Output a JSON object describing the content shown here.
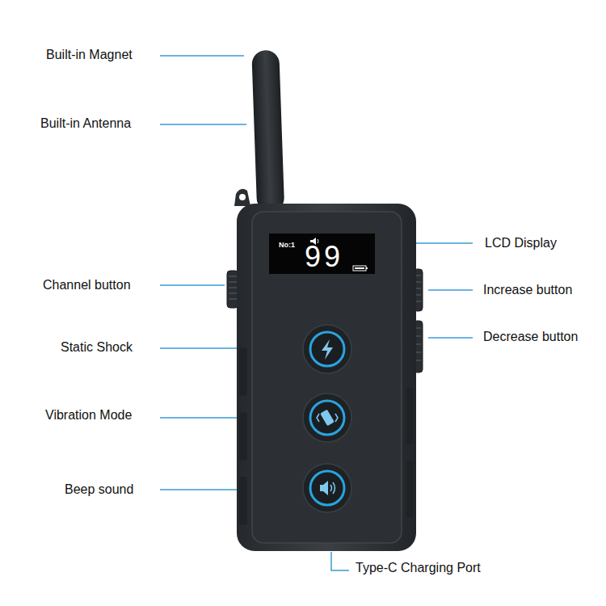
{
  "diagram": {
    "nodes": [
      {
        "text": [
          "No:1",
          "99"
        ]
      }
    ],
    "labels": [
      "Built-in Magnet",
      "Built-in Antenna",
      "LCD Display",
      "Channel button",
      "Increase button",
      "Decrease button",
      "Static Shock",
      "Vibration Mode",
      "Beep sound",
      "Type-C Charging Port"
    ]
  }
}
